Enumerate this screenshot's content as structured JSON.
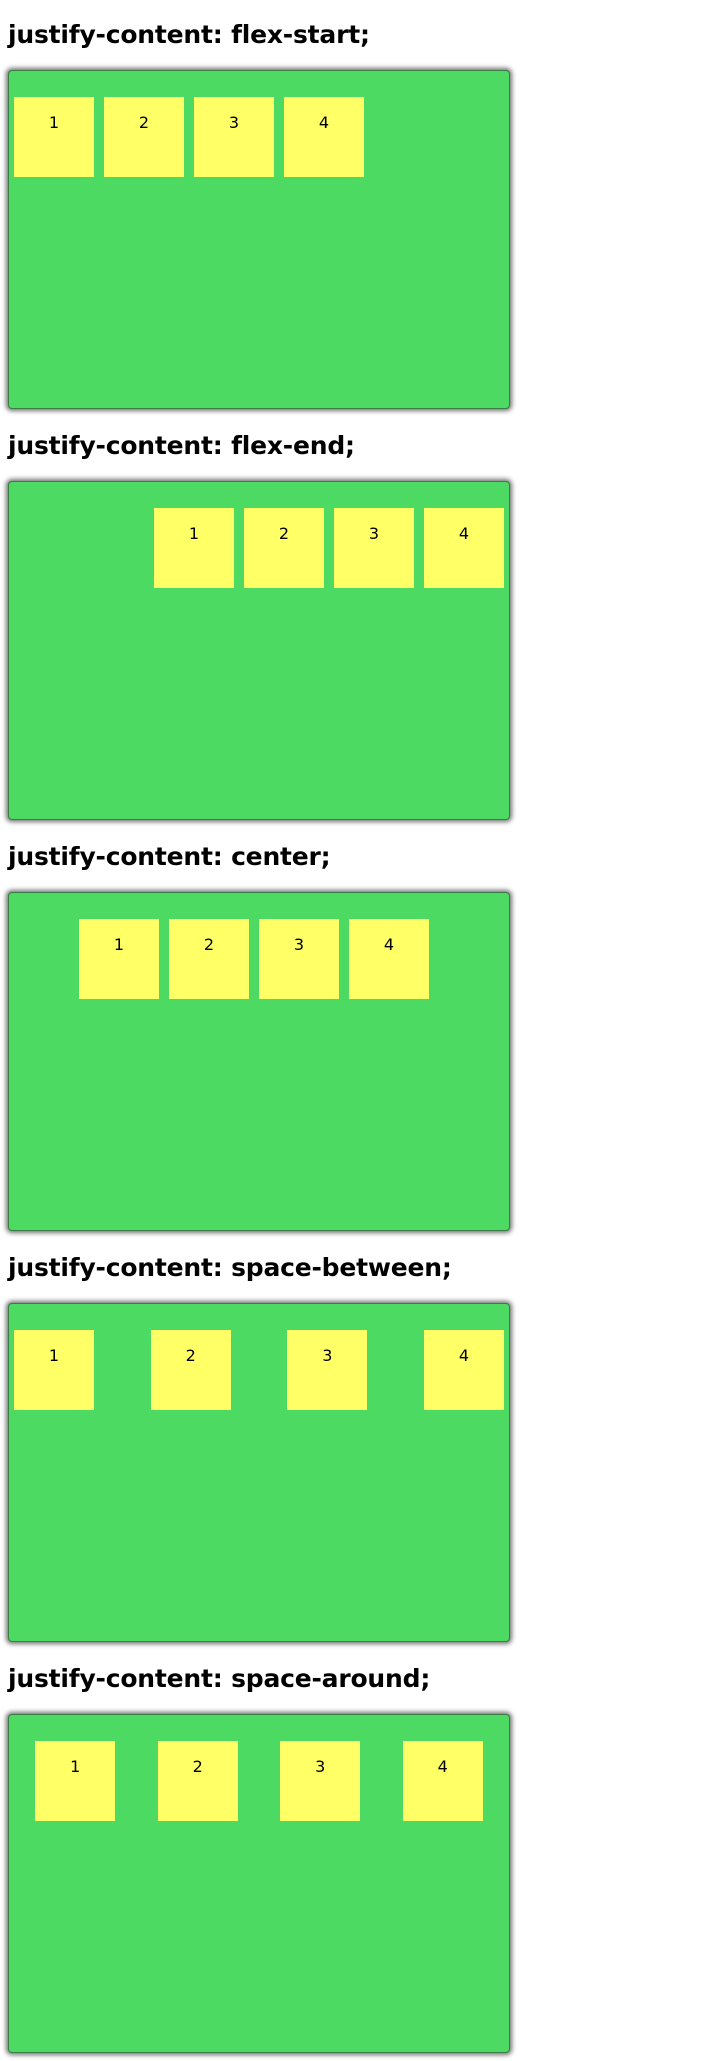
{
  "sections": [
    {
      "heading": "justify-content: flex-start;",
      "items": [
        "1",
        "2",
        "3",
        "4"
      ]
    },
    {
      "heading": "justify-content: flex-end;",
      "items": [
        "1",
        "2",
        "3",
        "4"
      ]
    },
    {
      "heading": "justify-content: center;",
      "items": [
        "1",
        "2",
        "3",
        "4"
      ]
    },
    {
      "heading": "justify-content: space-between;",
      "items": [
        "1",
        "2",
        "3",
        "4"
      ]
    },
    {
      "heading": "justify-content: space-around;",
      "items": [
        "1",
        "2",
        "3",
        "4"
      ]
    }
  ],
  "colors": {
    "container": "#4cda63",
    "item": "#ffff66",
    "text": "#000000"
  }
}
